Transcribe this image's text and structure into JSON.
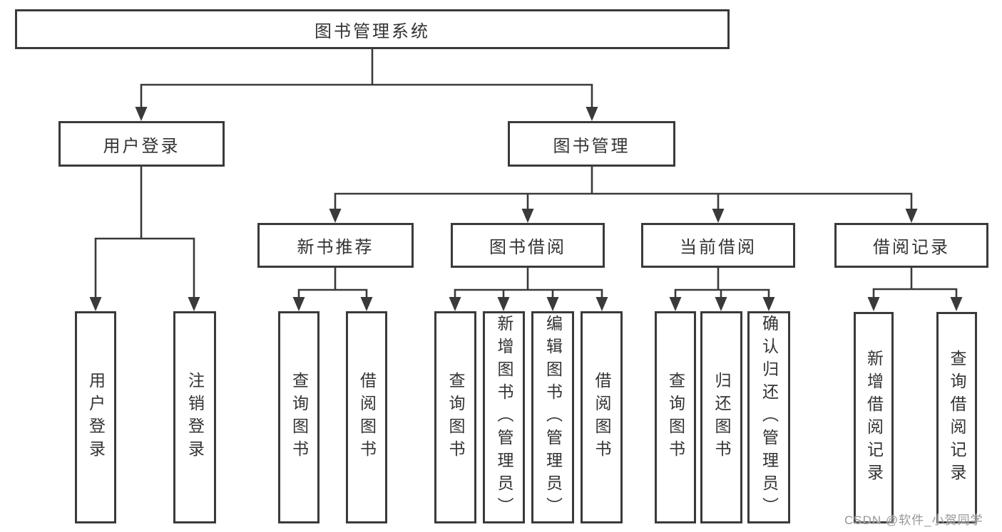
{
  "diagram": {
    "title": "图书管理系统",
    "watermark": "CSDN @软件_小贺同学",
    "colors": {
      "line": "#3a3a3a",
      "box_border": "#3a3a3a",
      "text": "#333333",
      "background": "#ffffff",
      "watermark": "#979797"
    },
    "nodes": {
      "root": "图书管理系统",
      "user_login": "用户登录",
      "book_mgmt": "图书管理",
      "new_book_rec": "新书推荐",
      "book_borrow": "图书借阅",
      "current_borrow": "当前借阅",
      "borrow_records": "借阅记录",
      "leaf_user_login": "用户登录",
      "leaf_logout": "注销登录",
      "leaf_query_books_rec": "查询图书",
      "leaf_borrow_books_rec": "借阅图书",
      "leaf_query_books_borrow": "查询图书",
      "leaf_add_books_admin": "新增图书（管理员）",
      "leaf_edit_books_admin": "编辑图书（管理员）",
      "leaf_borrow_books_borrow": "借阅图书",
      "leaf_query_books_current": "查询图书",
      "leaf_return_books": "归还图书",
      "leaf_confirm_return_admin": "确认归还（管理员）",
      "leaf_add_borrow_record": "新增借阅记录",
      "leaf_query_borrow_record": "查询借阅记录"
    }
  }
}
